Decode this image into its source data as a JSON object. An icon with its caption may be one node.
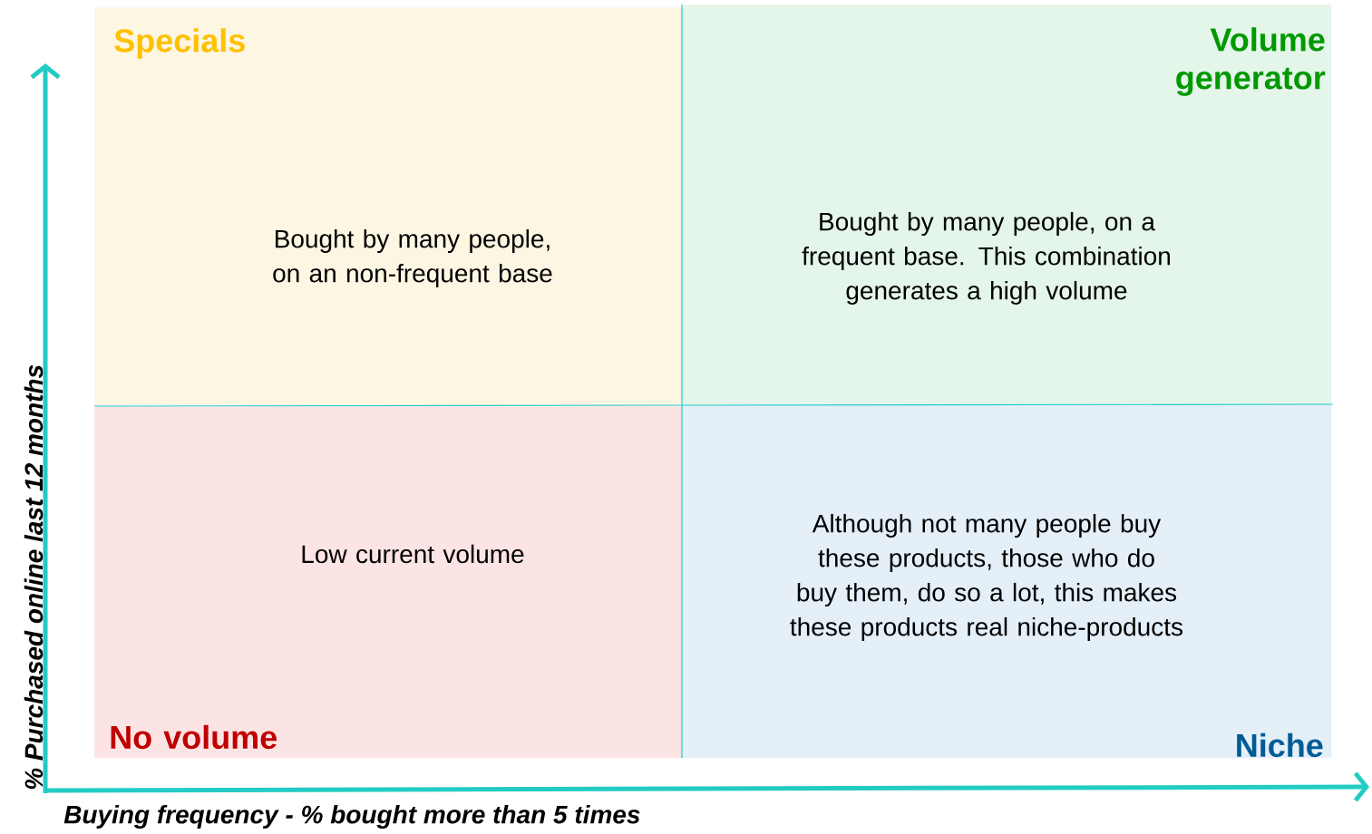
{
  "diagram": {
    "nodes": [
      {
        "text": [
          "Specials",
          "Bought by many people, on an non-frequent base"
        ]
      },
      {
        "text": [
          "Volume generator",
          "Bought by many people, on a frequent base. This combination generates a high volume"
        ]
      },
      {
        "text": [
          "No volume",
          "Low current volume"
        ]
      },
      {
        "text": [
          "Niche",
          "Although not many people buy these products, those who do buy them, do so a lot, this makes these products real niche-products"
        ]
      }
    ],
    "labels": [
      "% Purchased online last 12 months",
      "Buying frequency - % bought more than 5 times"
    ]
  }
}
